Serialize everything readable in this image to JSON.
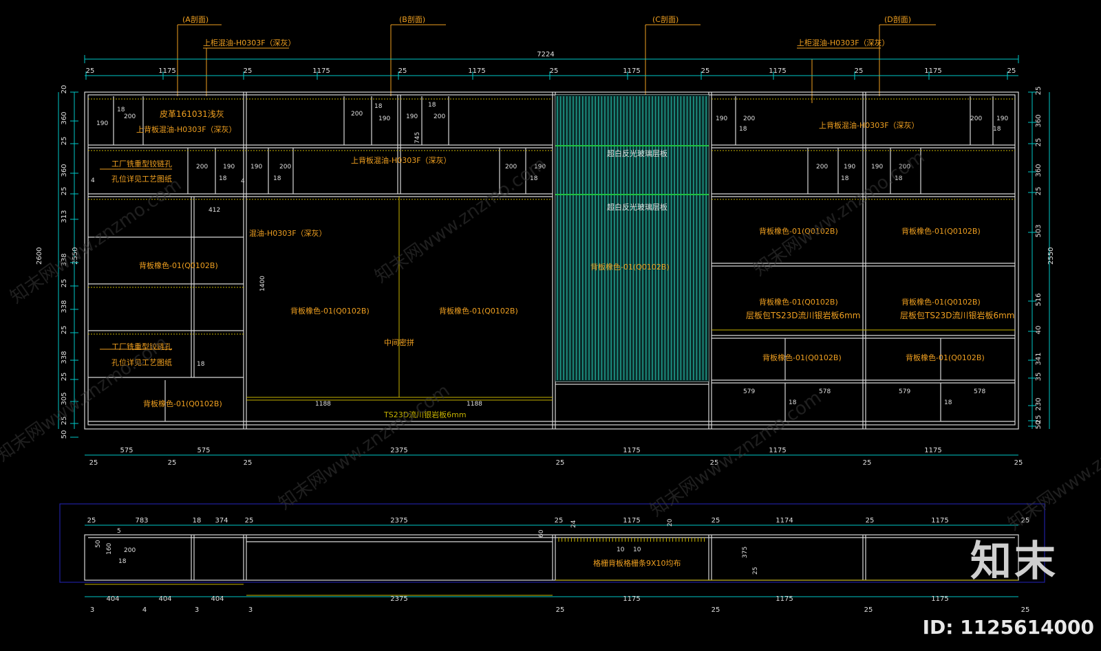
{
  "sections": [
    {
      "label": "(A剖面)"
    },
    {
      "label": "(B剖面)"
    },
    {
      "label": "(C剖面)"
    },
    {
      "label": "(D剖面)"
    }
  ],
  "overall_width": "7224",
  "top_dims": [
    "25",
    "1175",
    "25",
    "1175",
    "25",
    "1175",
    "25",
    "1175",
    "25",
    "1175",
    "25",
    "1175",
    "25"
  ],
  "bottom_dims_row1": [
    "575",
    "575",
    "2375",
    "1175",
    "1175",
    "1175"
  ],
  "bottom_dims_row2": [
    "25",
    "25",
    "25",
    "25",
    "25",
    "25",
    "25"
  ],
  "left_heights": {
    "overall": "2600",
    "inner": "2550"
  },
  "left_dims": [
    "20",
    "360",
    "25",
    "360",
    "25",
    "313",
    "338",
    "25",
    "338",
    "25",
    "338",
    "25",
    "305",
    "25",
    "50"
  ],
  "right_dims": [
    "25",
    "360",
    "25",
    "360",
    "25",
    "503",
    "516",
    "40",
    "341",
    "35",
    "230",
    "25",
    "50"
  ],
  "right_inner": "2550",
  "labels": {
    "upper_cabinet_left": "上柜混油-H0303F（深灰）",
    "upper_cabinet_right": "上柜混油-H0303F（深灰）",
    "leather": "皮革161031浅灰",
    "upper_back_1": "上背板混油-H0303F（深灰）",
    "upper_back_2": "上背板混油-H0303F（深灰）",
    "upper_back_3": "上背板混油-H0303F（深灰）",
    "hinge_1a": "工厂铣重型铰链孔",
    "hinge_1b": "孔位详见工艺图纸",
    "hinge_2a": "工厂铣重型铰链孔",
    "hinge_2b": "孔位详见工艺图纸",
    "paint": "混油-H0303F（深灰）",
    "back_oak": "背板橡色-01(Q0102B)",
    "middle_seam": "中间密拼",
    "stone": "TS23D流川银岩板6mm",
    "glass_1": "超白反光玻璃层板",
    "glass_2": "超白反光玻璃层板",
    "shelf_stone_1": "层板包TS23D流川银岩板6mm",
    "shelf_stone_2": "层板包TS23D流川银岩板6mm",
    "grille": "格栅背板格栅条9X10均布"
  },
  "small_dims": {
    "d18": "18",
    "d190": "190",
    "d200": "200",
    "d745": "745",
    "d412": "412",
    "d1400": "1400",
    "d1188": "1188",
    "d579": "579",
    "d578": "578",
    "d4": "4"
  },
  "plan_top_dims": [
    "25",
    "783",
    "18",
    "374",
    "25",
    "2375",
    "25",
    "1175",
    "25",
    "1174",
    "25",
    "1175",
    "25"
  ],
  "plan_bottom_dims": [
    "404",
    "404",
    "404",
    "2375",
    "1175",
    "1175",
    "1175"
  ],
  "plan_bottom_small": [
    "3",
    "4",
    "3",
    "3",
    "25",
    "25",
    "25",
    "25"
  ],
  "plan_small": {
    "d5": "5",
    "d50": "50",
    "d160": "160",
    "d200": "200",
    "d18": "18",
    "d60": "60",
    "d24": "24",
    "d20": "20",
    "d10a": "10",
    "d10b": "10",
    "d375": "375",
    "d25": "25"
  },
  "watermark": "知末网www.znzmo.com",
  "logo": "知末",
  "id_label": "ID: 1125614000",
  "colors": {
    "frame": "#d8d8d8",
    "dim": "#00c8c8",
    "label_orange": "#f0a020",
    "label_yellow": "#e8d040",
    "panel_line": "#c8b400",
    "grille": "#1e9a8a",
    "glass_green": "#20c040",
    "plan_border": "#2020a0"
  }
}
